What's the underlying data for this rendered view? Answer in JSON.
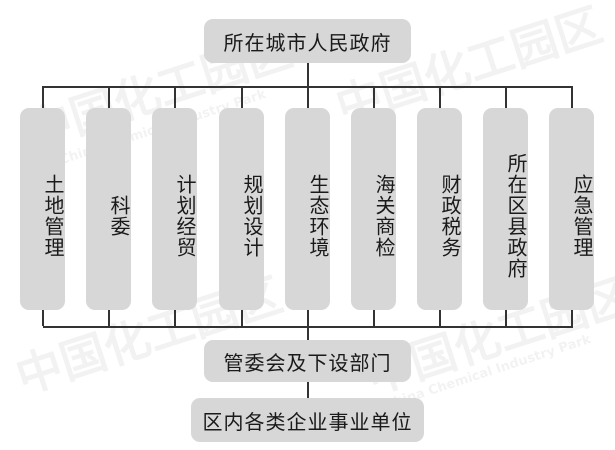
{
  "chart": {
    "top": "所在城市人民政府",
    "departments": [
      "土地管理",
      "科委",
      "计划经贸",
      "规划设计",
      "生态环境",
      "海关商检",
      "财政税务",
      "所在区县政府",
      "应急管理"
    ],
    "middle": "管委会及下设部门",
    "bottom": "区内各类企业事业单位"
  },
  "watermark": {
    "text": "中国化工园区",
    "subtext": "China Chemical Industry Park"
  },
  "colors": {
    "box": "#d7d7d7",
    "line": "#333333"
  }
}
